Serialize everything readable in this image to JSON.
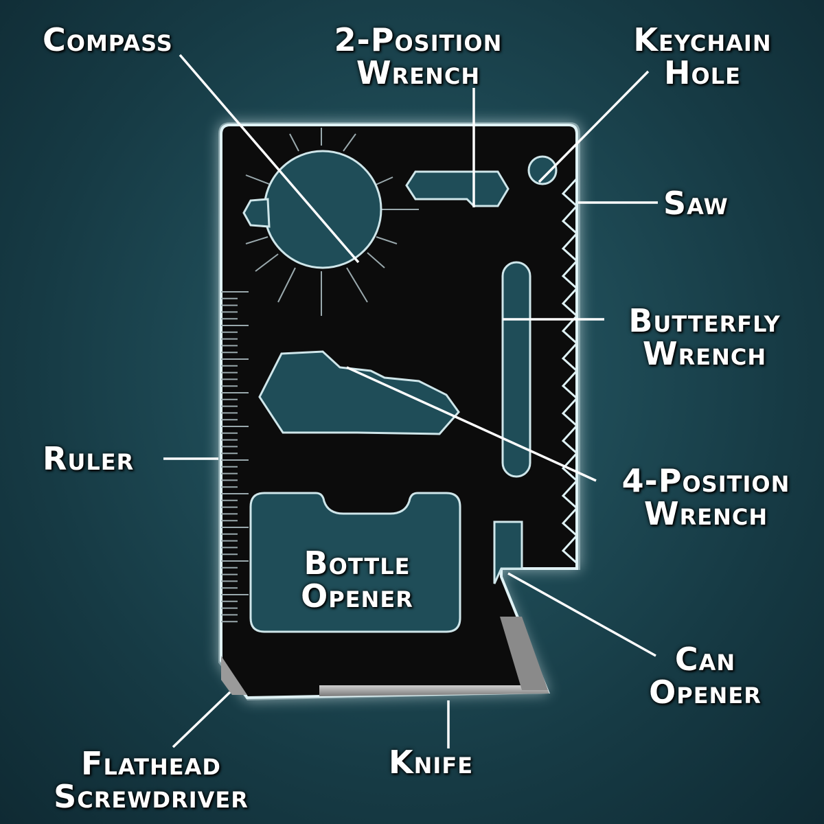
{
  "labels": {
    "compass": "Compass",
    "two_position_wrench": [
      "2-Position",
      "Wrench"
    ],
    "keychain_hole": [
      "Keychain",
      "Hole"
    ],
    "saw": "Saw",
    "butterfly_wrench": [
      "Butterfly",
      "Wrench"
    ],
    "ruler": "Ruler",
    "four_position_wrench": [
      "4-Position",
      "Wrench"
    ],
    "bottle_opener": [
      "Bottle",
      "Opener"
    ],
    "can_opener": [
      "Can",
      "Opener"
    ],
    "flathead_screwdriver": [
      "Flathead",
      "Screwdriver"
    ],
    "knife": "Knife"
  },
  "colors": {
    "background": "#1e4a55",
    "card": "#0d0d0d",
    "glow": "#d9f2f5",
    "cutout": "#1f4d58",
    "text": "#ffffff"
  }
}
